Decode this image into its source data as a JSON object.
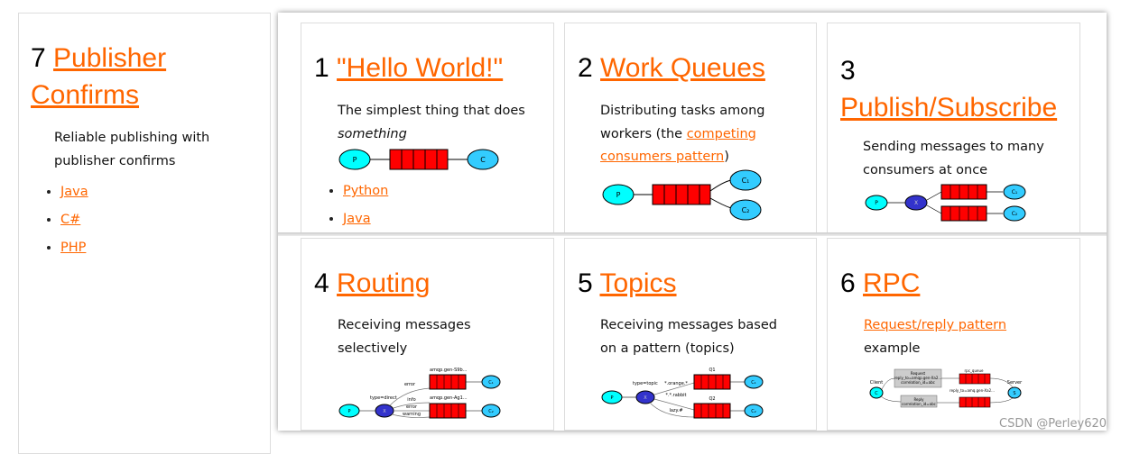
{
  "tutorials": [
    {
      "num": "1",
      "title": "\"Hello World!\"",
      "desc": "The simplest thing that does",
      "desc_em": "something",
      "links": [
        "Python",
        "Java"
      ],
      "diagram": {
        "p": "P",
        "c": "C"
      }
    },
    {
      "num": "2",
      "title": "Work Queues",
      "desc_pre": "Distributing tasks among workers (the ",
      "desc_link": "competing consumers pattern",
      "desc_post": ")",
      "diagram": {
        "p": "P",
        "c1": "C₁",
        "c2": "C₂"
      }
    },
    {
      "num": "3",
      "title": "Publish/Subscribe",
      "desc": "Sending messages to many consumers at once",
      "diagram": {
        "p": "P",
        "x": "X",
        "c1": "C₁",
        "c2": "C₂"
      }
    },
    {
      "num": "4",
      "title": "Routing",
      "desc": "Receiving messages selectively",
      "diagram": {
        "p": "P",
        "x": "X",
        "type": "type=direct",
        "q1": "amqp.gen-S9b...",
        "q2": "amqp.gen-Ag1...",
        "k1": "error",
        "k2": "info",
        "k3": "error",
        "k4": "warning",
        "c1": "C₁",
        "c2": "C₂"
      }
    },
    {
      "num": "5",
      "title": "Topics",
      "desc": "Receiving messages based on a pattern (topics)",
      "diagram": {
        "p": "P",
        "x": "X",
        "type": "type=topic",
        "q1": "Q1",
        "q2": "Q2",
        "k1": "*.orange.*",
        "k2": "*.*.rabbit",
        "k3": "lazy.#",
        "c1": "C₁",
        "c2": "C₂"
      }
    },
    {
      "num": "6",
      "title": "RPC",
      "desc_link": "Request/reply pattern",
      "desc_post": "example",
      "diagram": {
        "client": "Client",
        "server": "Server",
        "c": "C",
        "s": "S",
        "q1": "rpc_queue",
        "q2": "reply_to=amq.gen-Xa2...",
        "req1": "Request",
        "req2": "reply_to=amqp.gen-Xa2...",
        "req3": "correlation_id=abc",
        "rep1": "Reply",
        "rep2": "correlation_id=abc"
      }
    },
    {
      "num": "7",
      "title": "Publisher Confirms",
      "desc": "Reliable publishing with publisher confirms",
      "links": [
        "Java",
        "C#",
        "PHP"
      ]
    }
  ],
  "watermark": "CSDN @Perley620",
  "colors": {
    "link": "#ff6600",
    "queue": "#ff0000",
    "producer": "#00ffff",
    "exchange": "#3333cc",
    "consumer": "#33ccff"
  }
}
